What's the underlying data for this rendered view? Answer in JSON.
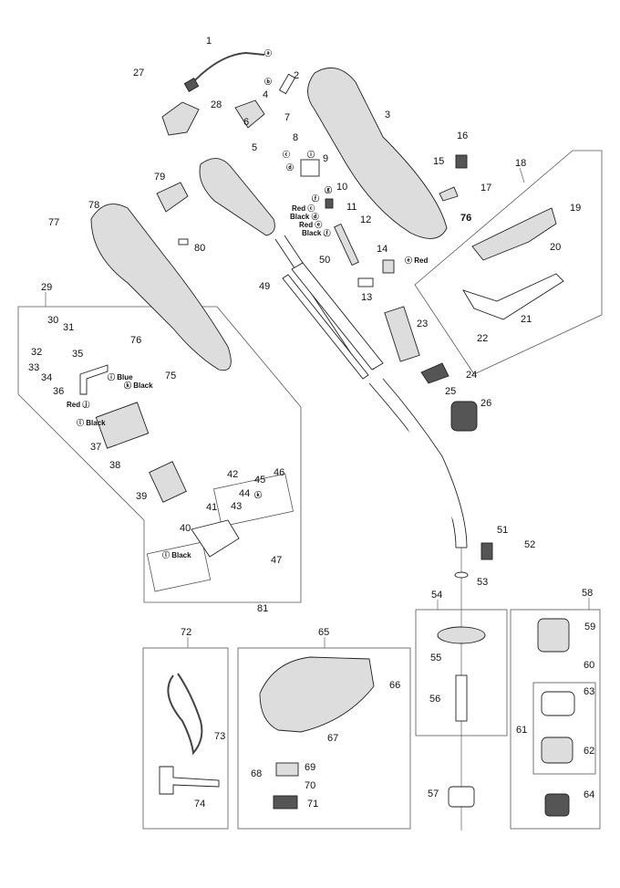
{
  "callouts": {
    "c1": "1",
    "c2": "2",
    "c3": "3",
    "c4": "4",
    "c5": "5",
    "c6": "6",
    "c7": "7",
    "c8": "8",
    "c9": "9",
    "c10": "10",
    "c11": "11",
    "c12": "12",
    "c13": "13",
    "c14": "14",
    "c15": "15",
    "c16": "16",
    "c17": "17",
    "c18": "18",
    "c19": "19",
    "c20": "20",
    "c21": "21",
    "c22": "22",
    "c23": "23",
    "c24": "24",
    "c25": "25",
    "c26": "26",
    "c27": "27",
    "c28": "28",
    "c29": "29",
    "c30": "30",
    "c31": "31",
    "c32": "32",
    "c33": "33",
    "c34": "34",
    "c35": "35",
    "c36": "36",
    "c37": "37",
    "c38": "38",
    "c39": "39",
    "c40": "40",
    "c41": "41",
    "c42": "42",
    "c43": "43",
    "c44": "44",
    "c45": "45",
    "c46": "46",
    "c47": "47",
    "c49": "49",
    "c50": "50",
    "c51": "51",
    "c52": "52",
    "c53": "53",
    "c54": "54",
    "c55": "55",
    "c56": "56",
    "c57": "57",
    "c58": "58",
    "c59": "59",
    "c60": "60",
    "c61": "61",
    "c62": "62",
    "c63": "63",
    "c64": "64",
    "c65": "65",
    "c66": "66",
    "c67": "67",
    "c68": "68",
    "c69": "69",
    "c70": "70",
    "c71": "71",
    "c72": "72",
    "c73": "73",
    "c74": "74",
    "c75": "75",
    "c76a": "76",
    "c76b": "76",
    "c77": "77",
    "c78": "78",
    "c79": "79",
    "c80": "80",
    "c81": "81"
  },
  "wire_labels": {
    "red_c": "Red ⓒ",
    "black_d": "Black ⓓ",
    "red_e": "Red ⓔ",
    "black_f": "Black ⓕ",
    "e_red": "ⓔ Red",
    "i_blue": "ⓘ Blue",
    "k_black": "ⓚ Black",
    "red_j": "Red ⓙ",
    "l_black": "ⓛ Black",
    "l_black2": "ⓛ Black"
  },
  "connector_marks": {
    "a": "ⓐ",
    "b": "ⓑ",
    "c": "ⓒ",
    "d": "ⓓ",
    "i": "ⓘ",
    "f": "ⓕ",
    "g": "ⓖ",
    "k": "ⓚ"
  }
}
